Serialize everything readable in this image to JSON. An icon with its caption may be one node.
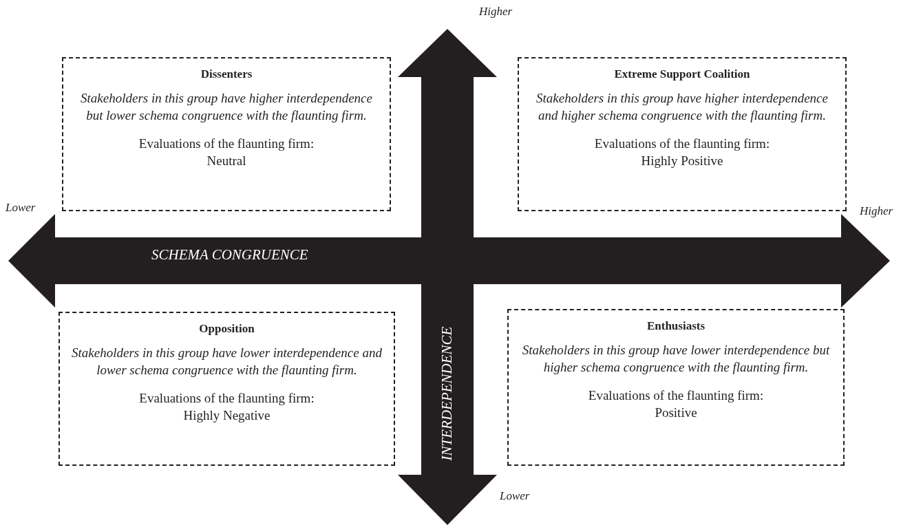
{
  "diagram": {
    "nodes": [
      {
        "text": [
          "Dissenters",
          "Stakeholders in this group have higher interdependence but lower schema congruence with the flaunting firm.",
          "Evaluations of the flaunting firm:",
          "Neutral"
        ]
      },
      {
        "text": [
          "Extreme Support Coalition",
          "Stakeholders in this group have higher interdependence and higher schema congruence with the flaunting firm.",
          "Evaluations of the flaunting firm:",
          "Highly Positive"
        ]
      },
      {
        "text": [
          "Opposition",
          "Stakeholders in this group have lower interdependence and lower schema congruence with the flaunting firm.",
          "Evaluations of the flaunting firm:",
          "Highly Negative"
        ]
      },
      {
        "text": [
          "Enthusiasts",
          "Stakeholders in this group have lower interdependence but higher schema congruence with the flaunting firm.",
          "Evaluations of the flaunting firm:",
          "Positive"
        ]
      }
    ],
    "labels": [
      "Higher",
      "Lower",
      "Higher",
      "SCHEMA CONGRUENCE",
      "INTERDEPENDENCE",
      "Lower"
    ]
  }
}
